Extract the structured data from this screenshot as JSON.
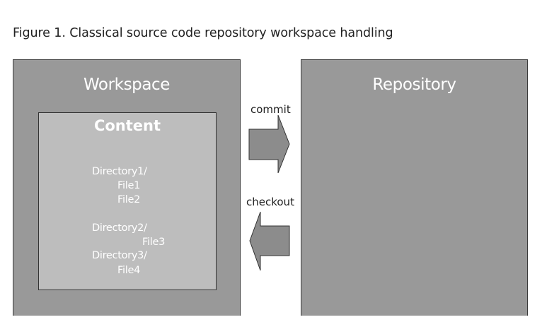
{
  "caption": "Figure 1. Classical source code repository workspace handling",
  "workspace": {
    "title": "Workspace",
    "content": {
      "title": "Content",
      "entries": [
        {
          "text": "Directory1/"
        },
        {
          "text": "File1"
        },
        {
          "text": "File2"
        },
        {
          "text": "Directory2/"
        },
        {
          "text": "File3"
        },
        {
          "text": "Directory3/"
        },
        {
          "text": "File4"
        }
      ]
    }
  },
  "repository": {
    "title": "Repository"
  },
  "arrows": {
    "commit_label": "commit",
    "checkout_label": "checkout"
  },
  "colors": {
    "box_fill": "#999999",
    "content_fill": "#bdbdbd",
    "arrow_fill": "#8c8c8c",
    "outline": "#333333"
  }
}
